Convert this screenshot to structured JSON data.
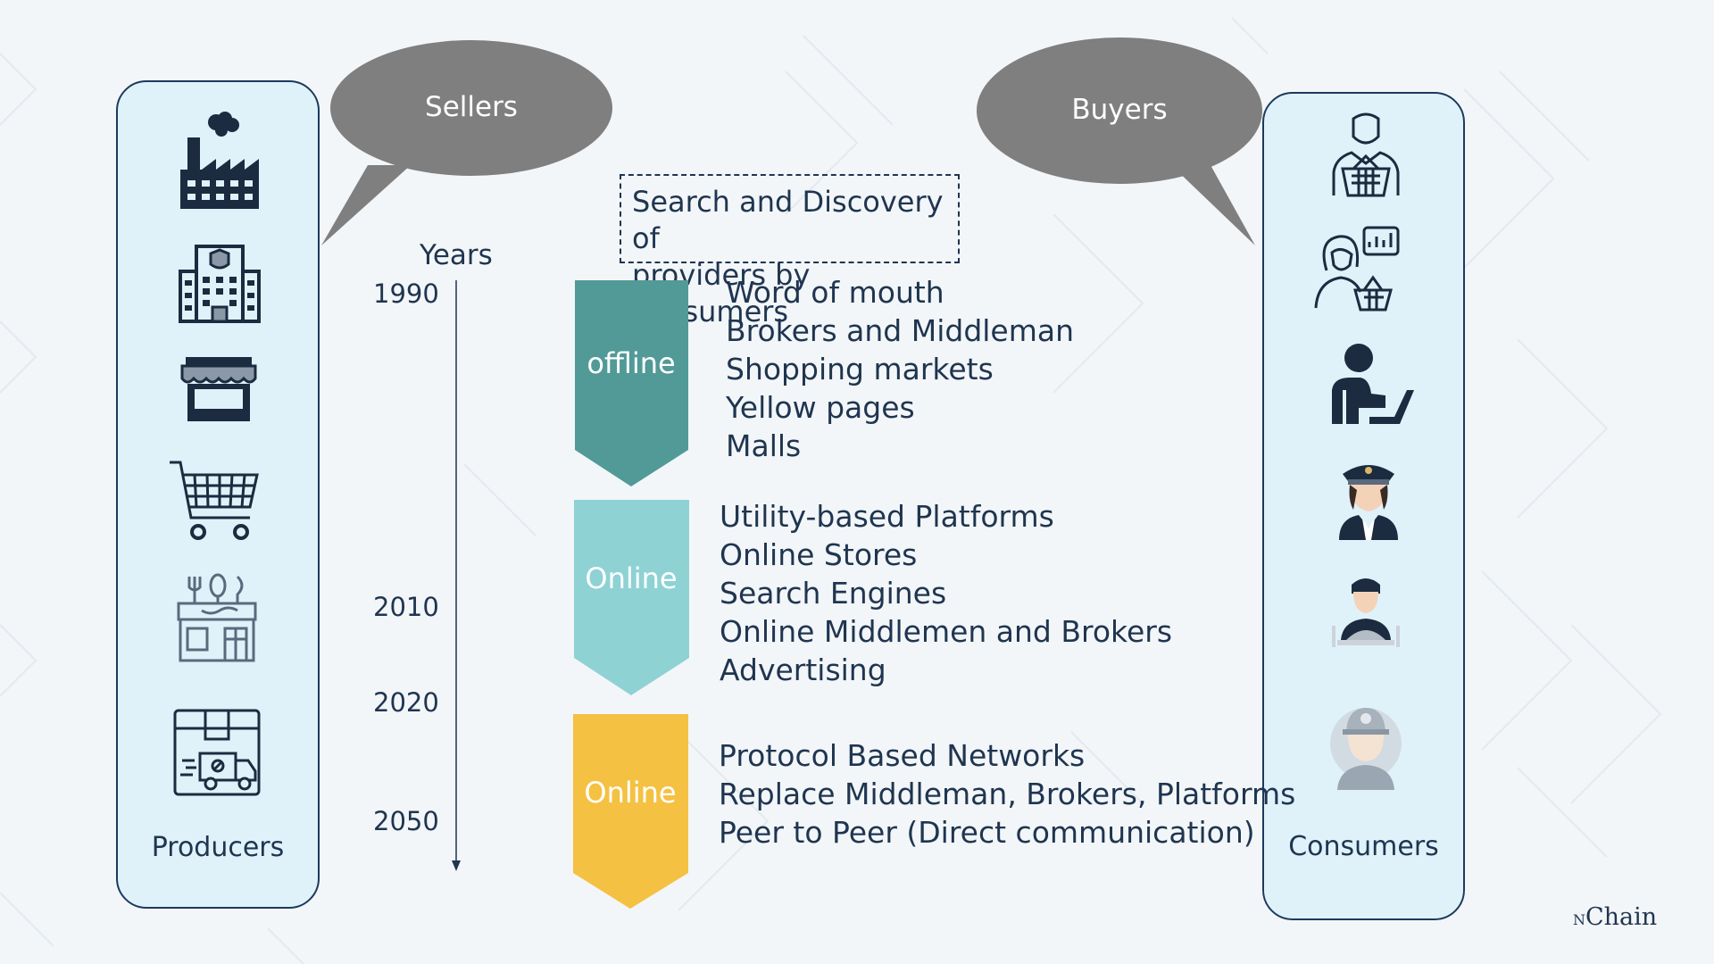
{
  "producers": {
    "caption": "Producers",
    "icons": [
      "factory-icon",
      "office-building-icon",
      "storefront-icon",
      "shopping-cart-icon",
      "restaurant-icon",
      "delivery-truck-icon"
    ]
  },
  "consumers": {
    "caption": "Consumers",
    "icons": [
      "shopper-with-basket-icon",
      "woman-shopping-analytics-icon",
      "person-with-laptop-icon",
      "police-officer-icon",
      "diner-icon",
      "british-policeman-icon"
    ]
  },
  "bubbles": {
    "sellers": "Sellers",
    "buyers": "Buyers"
  },
  "search_box": {
    "line1": "Search and Discovery of",
    "line2": "providers by consumers"
  },
  "timeline": {
    "label": "Years",
    "years": [
      "1990",
      "2010",
      "2020",
      "2050"
    ]
  },
  "phases": [
    {
      "label": "offline",
      "color": "#519a97",
      "items": [
        "Word of mouth",
        "Brokers and Middleman",
        "Shopping markets",
        "Yellow pages",
        "Malls"
      ]
    },
    {
      "label": "Online",
      "color": "#8ed2d4",
      "items": [
        "Utility-based Platforms",
        "Online Stores",
        "Search Engines",
        "Online Middlemen and Brokers",
        "Advertising"
      ]
    },
    {
      "label": "Online",
      "color": "#f5c142",
      "items": [
        "Protocol Based Networks",
        "Replace Middleman, Brokers, Platforms",
        "Peer to Peer (Direct communication)"
      ]
    }
  ],
  "brand": {
    "prefix": "N",
    "name": "Chain"
  },
  "colors": {
    "panel": "#dff2fa",
    "panel_border": "#1d3a5c",
    "bubble": "#7f7f7f",
    "text": "#1f3550"
  }
}
